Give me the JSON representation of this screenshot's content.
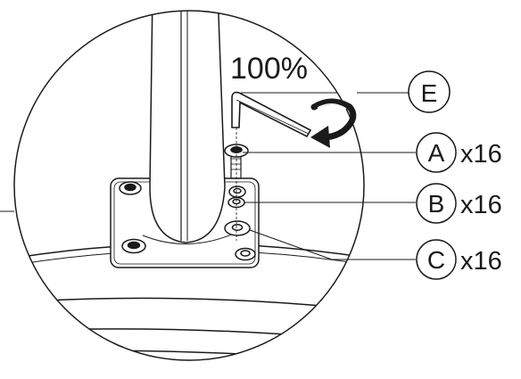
{
  "annotations": {
    "torque": "100%",
    "callouts": [
      {
        "letter": "E",
        "qty": ""
      },
      {
        "letter": "A",
        "qty": "x16"
      },
      {
        "letter": "B",
        "qty": "x16"
      },
      {
        "letter": "C",
        "qty": "x16"
      }
    ]
  },
  "colors": {
    "line": "#1a1a1a",
    "background": "#ffffff"
  },
  "icons": {
    "rotation": "clockwise-rotation-arrow-icon",
    "tool": "hex-key-icon"
  }
}
